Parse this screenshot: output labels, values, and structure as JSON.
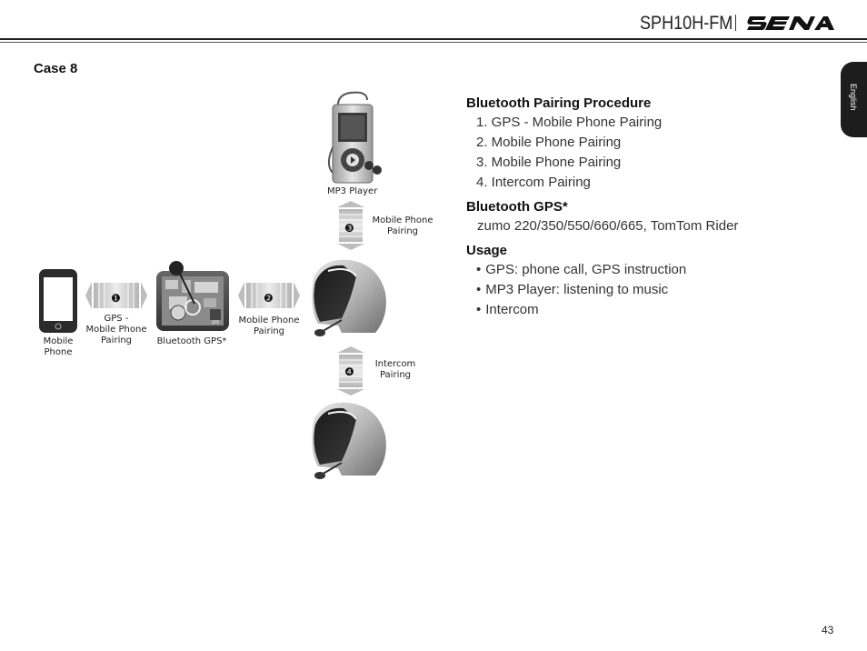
{
  "header": {
    "model": "SPH10H-FM",
    "brand": "SENA"
  },
  "side_tab": {
    "label": "English"
  },
  "case_heading": "Case 8",
  "diagram": {
    "devices": {
      "mp3": "MP3 Player",
      "mobile_phone": [
        "Mobile",
        "Phone"
      ],
      "gps": "Bluetooth GPS*"
    },
    "links": [
      {
        "number": "❶",
        "label": [
          "GPS -",
          "Mobile Phone",
          "Pairing"
        ]
      },
      {
        "number": "❷",
        "label": [
          "Mobile Phone",
          "Pairing"
        ]
      },
      {
        "number": "❸",
        "label": [
          "Mobile Phone",
          "Pairing"
        ]
      },
      {
        "number": "❹",
        "label": [
          "Intercom",
          "Pairing"
        ]
      }
    ],
    "gps_screen_text": "GPS"
  },
  "procedure": {
    "title": "Bluetooth Pairing Procedure",
    "steps": [
      "1. GPS - Mobile Phone Pairing",
      "2. Mobile Phone Pairing",
      "3. Mobile Phone Pairing",
      "4. Intercom Pairing"
    ]
  },
  "gps_section": {
    "title": "Bluetooth GPS*",
    "models": "zumo 220/350/550/660/665, TomTom Rider"
  },
  "usage": {
    "title": "Usage",
    "bullet": "•",
    "items": [
      "GPS: phone call, GPS instruction",
      "MP3 Player: listening to music",
      "Intercom"
    ]
  },
  "page_number": "43"
}
